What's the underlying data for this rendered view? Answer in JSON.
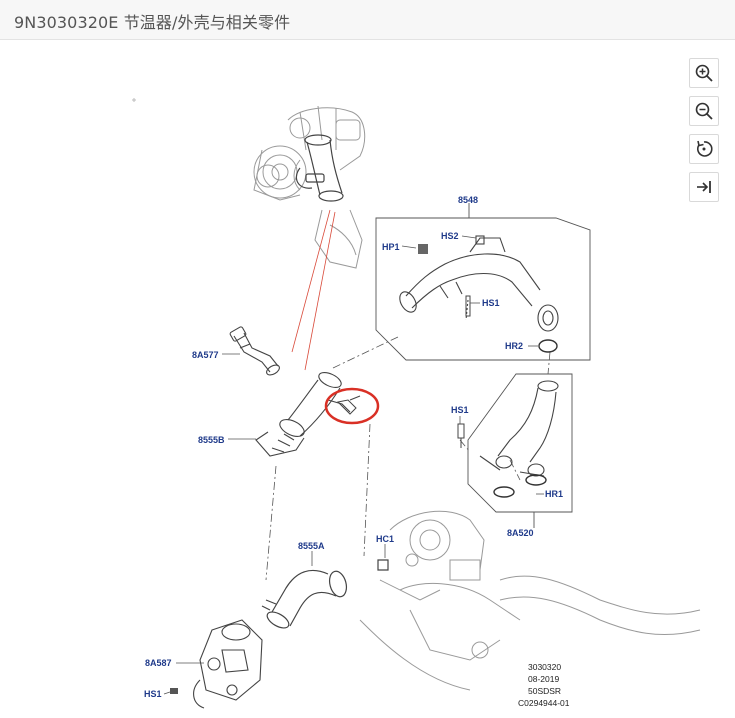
{
  "window": {
    "title": "9N3030320E 节温器/外壳与相关零件"
  },
  "toolbar": {
    "buttons": [
      {
        "name": "zoom-in",
        "icon": "zoom-in-icon"
      },
      {
        "name": "zoom-out",
        "icon": "zoom-out-icon"
      },
      {
        "name": "rotate",
        "icon": "rotate-icon"
      },
      {
        "name": "fit",
        "icon": "collapse-right-icon"
      }
    ]
  },
  "diagram": {
    "callouts": {
      "c8548": "8548",
      "hp1": "HP1",
      "hs2": "HS2",
      "hs1_top": "HS1",
      "hr2": "HR2",
      "c8a577": "8A577",
      "c8555b": "8555B",
      "hs1_mid": "HS1",
      "hr1": "HR1",
      "c8a520": "8A520",
      "hc1": "HC1",
      "c8555a": "8555A",
      "c8a587": "8A587",
      "hs1_bottom": "HS1"
    },
    "reference": {
      "line1": "3030320",
      "line2": "08-2019",
      "line3": "50SDSR",
      "line4": "C0294944-01"
    },
    "highlight_color": "#d93025",
    "label_color": "#1f3a8a"
  }
}
